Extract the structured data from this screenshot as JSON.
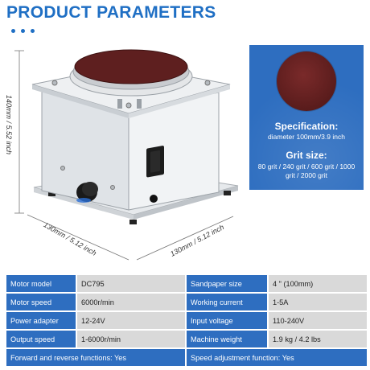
{
  "header": {
    "title": "PRODUCT PARAMETERS"
  },
  "dimensions": {
    "height": "140mm / 5.52 inch",
    "length_left": "130mm / 5.12 inch",
    "length_right": "130mm / 5.12 inch"
  },
  "spec_panel": {
    "spec_heading": "Specification:",
    "spec_value": "diameter 100mm/3.9 inch",
    "grit_heading": "Grit size:",
    "grit_value": "80 grit / 240 grit / 600 grit / 1000 grit / 2000 grit"
  },
  "params": {
    "rows": [
      {
        "k1": "Motor model",
        "v1": "DC795",
        "k2": "Sandpaper size",
        "v2": "4 \" (100mm)"
      },
      {
        "k1": "Motor speed",
        "v1": "6000r/min",
        "k2": "Working current",
        "v2": "1-5A"
      },
      {
        "k1": "Power adapter",
        "v1": "12-24V",
        "k2": "Input voltage",
        "v2": "110-240V"
      },
      {
        "k1": "Output speed",
        "v1": "1-6000r/min",
        "k2": "Machine weight",
        "v2": "1.9 kg / 4.2 lbs"
      }
    ],
    "footer_left": "Forward and reverse functions: Yes",
    "footer_right": "Speed adjustment function: Yes"
  },
  "colors": {
    "accent": "#1f6fc4",
    "panel": "#2e6ec0",
    "cell": "#d9d9d9",
    "disc": "#5c1d1d"
  }
}
